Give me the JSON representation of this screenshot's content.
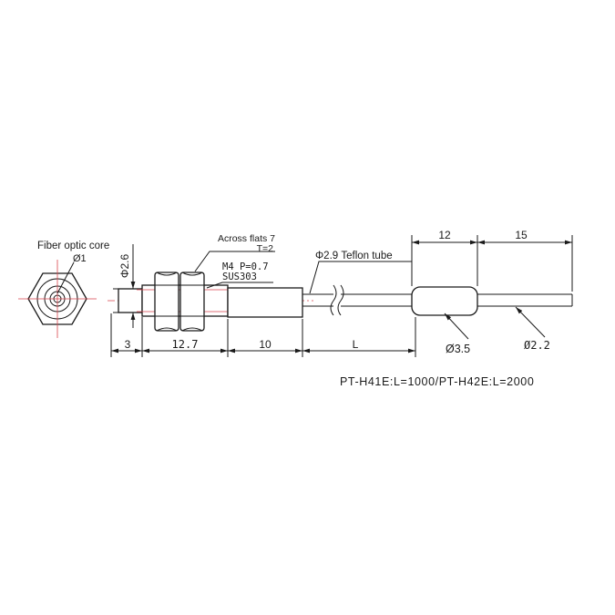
{
  "labels": {
    "fiber_core": "Fiber optic core",
    "core_dia": "Ø1",
    "rod_dia": "Φ2.6",
    "across_flats": "Across flats 7",
    "thickness": "T=2",
    "thread": "M4 P=0.7",
    "material": "SUS303",
    "tube": "Φ2.9 Teflon tube",
    "sleeve_dia": "Ø3.5",
    "cable_dia": "Ø2.2",
    "part_numbers": "PT-H41E:L=1000/PT-H42E:L=2000"
  },
  "dimensions": {
    "tip": "3",
    "thread_len": "12.7",
    "ferrule": "10",
    "tube_len": "L",
    "sleeve": "12",
    "cable_end": "15"
  }
}
